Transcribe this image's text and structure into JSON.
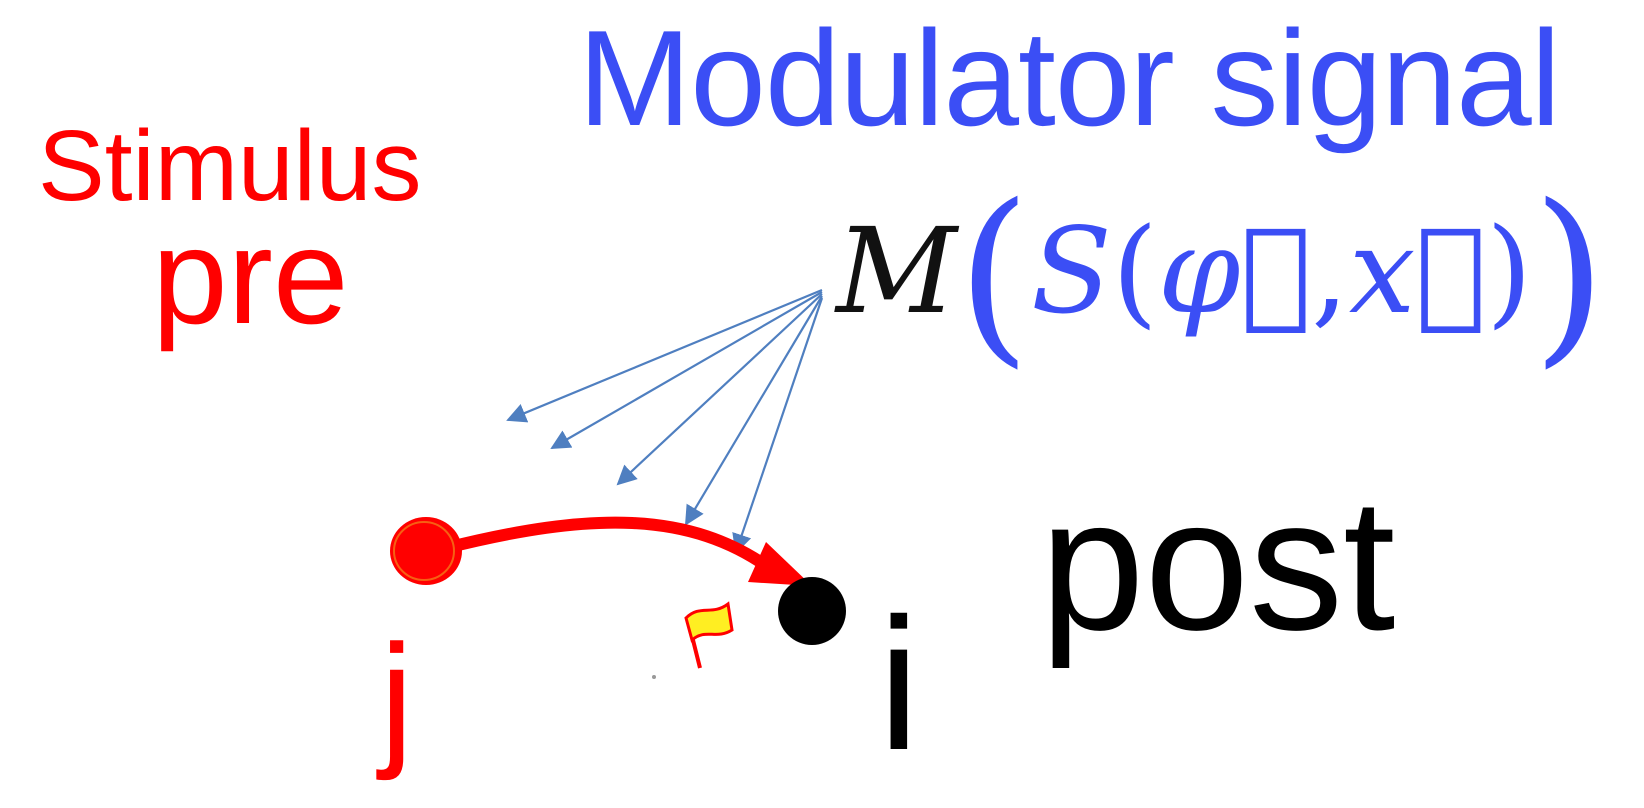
{
  "title": "Modulator signal",
  "stimulus": "Stimulus",
  "pre": "pre",
  "post": "post",
  "pre_neuron_label": "j",
  "post_neuron_label": "i",
  "formula": {
    "m": "M",
    "open_outer": "(",
    "s": "S",
    "open_inner": "(",
    "phi": "φ⃗",
    "comma": ",",
    "x": "x⃗",
    "close_inner": ")",
    "close_outer": ")"
  },
  "colors": {
    "red": "#ff0000",
    "blue": "#3b4ef5",
    "arrow_blue": "#4f7fc0",
    "black": "#000000",
    "flag_yellow": "#ffee22"
  },
  "icons": {
    "flag": "flag-icon"
  }
}
